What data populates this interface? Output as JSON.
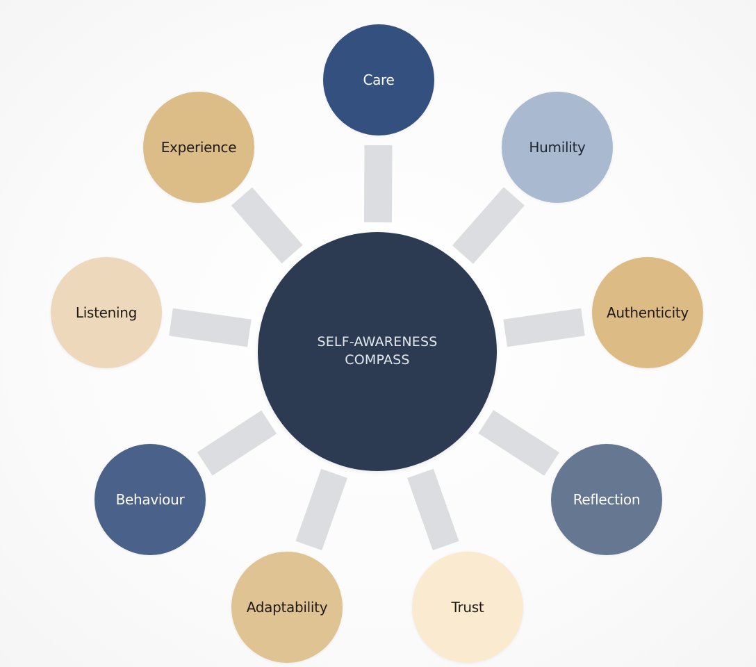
{
  "diagram": {
    "center": {
      "label": "SELF-AWARENESS\nCOMPASS",
      "color": "#2c3a52",
      "text_color": "#e3e8ef"
    },
    "nodes": [
      {
        "id": "care",
        "label": "Care",
        "color": "#33507f",
        "text_color": "#ffffff"
      },
      {
        "id": "humility",
        "label": "Humility",
        "color": "#a9b9d0",
        "text_color": "#1f2633"
      },
      {
        "id": "authenticity",
        "label": "Authenticity",
        "color": "#ddbb85",
        "text_color": "#1f1a14"
      },
      {
        "id": "reflection",
        "label": "Reflection",
        "color": "#667791",
        "text_color": "#ffffff"
      },
      {
        "id": "trust",
        "label": "Trust",
        "color": "#faead0",
        "text_color": "#1f1a14"
      },
      {
        "id": "adaptability",
        "label": "Adaptability",
        "color": "#e0c392",
        "text_color": "#1f1a14"
      },
      {
        "id": "behaviour",
        "label": "Behaviour",
        "color": "#4a6189",
        "text_color": "#ffffff"
      },
      {
        "id": "listening",
        "label": "Listening",
        "color": "#edd8bb",
        "text_color": "#1f1a14"
      },
      {
        "id": "experience",
        "label": "Experience",
        "color": "#dcbd88",
        "text_color": "#1f1a14"
      }
    ],
    "connector_color": "#dcdde0"
  }
}
